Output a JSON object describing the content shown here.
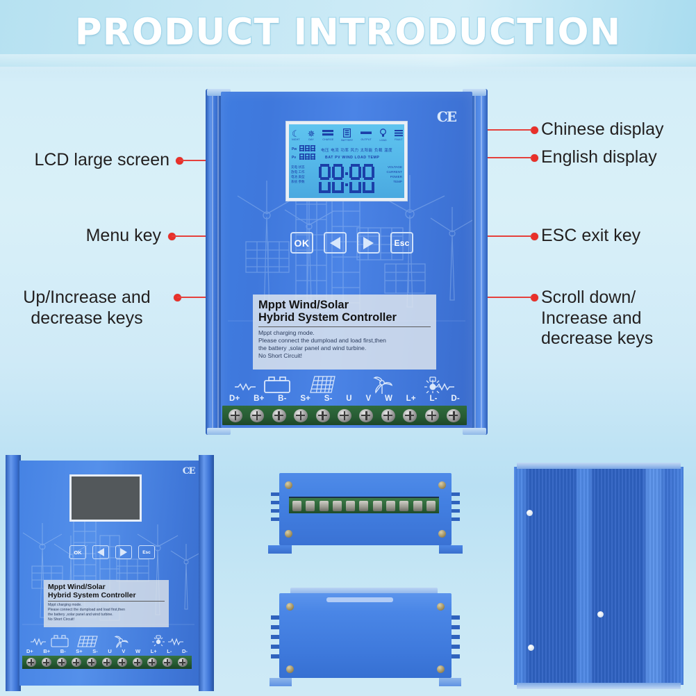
{
  "banner": {
    "title": "PRODUCT INTRODUCTION"
  },
  "annotations": {
    "lcd_large_screen": "LCD large screen",
    "menu_key": "Menu key",
    "up_decrease_keys": "Up/Increase and\ndecrease keys",
    "chinese_display": "Chinese display",
    "english_display": "English display",
    "esc_exit_key": "ESC exit key",
    "scroll_down_keys": "Scroll down/\nIncrease and\ndecrease keys"
  },
  "device": {
    "ce_mark": "CE",
    "buttons": {
      "ok": "OK",
      "left": "◀",
      "right": "▶",
      "esc": "Esc"
    },
    "plate": {
      "title": "Mppt Wind/Solar\nHybrid System Controller",
      "body": "Mppt charging mode.\nPlease connect the dumpload and load first,then\nthe battery ,solar panel and wind turbine.\nNo Short Circuit!"
    },
    "terminals": [
      "D+",
      "B+",
      "B-",
      "S+",
      "S-",
      "U",
      "V",
      "W",
      "L+",
      "L-",
      "D-"
    ],
    "terminal_icons": [
      "resistor-icon",
      "battery-icon",
      "solar-panel-icon",
      "wind-turbine-icon",
      "lamp-icon",
      "resistor-icon"
    ]
  },
  "lcd": {
    "status_icons": [
      "moon-icon",
      "sun-icon",
      "battery-bars-icon",
      "battery-vertical-icon",
      "charge-bars-icon",
      "bulb-icon",
      "signal-bars-icon"
    ],
    "icon_captions": [
      "NIGHT",
      "DAY",
      "CHARGE",
      "BATTERY",
      "OUTPUT",
      "LOAD",
      "FAULT"
    ],
    "row1_label": "Pw",
    "row2_label": "Pv",
    "row1_digits": "888",
    "row2_digits": "888",
    "chinese_row": "电压 电流 功率 风力 太阳能 负载 温度",
    "english_row": "BAT  PV  WIND  LOAD  TEMP",
    "main_value": "88:88",
    "left_legend": [
      "充电 状态",
      "放电 工作",
      "电池 类型",
      "系统 参数"
    ],
    "right_legend": [
      "VOLTAGE",
      "CURRENT",
      "POWER",
      "TEMP"
    ],
    "colors": {
      "backlight": "#56b9ea",
      "segment": "#1b3fa8"
    }
  },
  "thumbnails": {
    "front_view": {
      "ce_mark": "CE",
      "buttons": [
        "OK",
        "◀",
        "▶",
        "Esc"
      ],
      "plate_title": "Mppt Wind/Solar\nHybrid System Controller",
      "plate_body": "Mppt charging mode.\nPlease connect the dumpload and load first,then\nthe battery ,solar panel and wind turbine.\nNo Short Circuit!",
      "terminals": [
        "D+",
        "B+",
        "B-",
        "S+",
        "S-",
        "U",
        "V",
        "W",
        "L+",
        "L-",
        "D-"
      ]
    },
    "terminal_side_view": {
      "terminal_count": 11
    },
    "plain_side_view": {},
    "back_heatsink_view": {
      "mounting_holes": 3
    }
  },
  "colors": {
    "background_top": "#cfeaf6",
    "background_mid": "#b9e0f3",
    "device_blue": "#4683e4",
    "accent_red": "#e5403c",
    "terminal_green": "#2f6b3c",
    "lcd_blue": "#56b9ea"
  }
}
